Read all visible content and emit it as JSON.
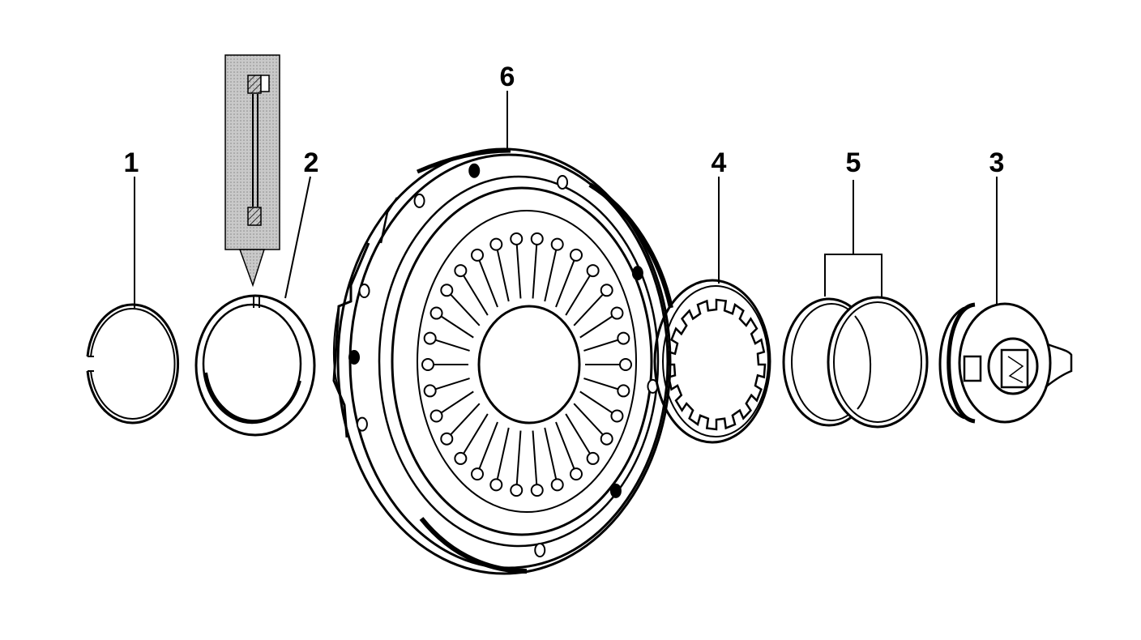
{
  "callouts": [
    {
      "id": "1",
      "text": "1"
    },
    {
      "id": "2",
      "text": "2"
    },
    {
      "id": "6",
      "text": "6"
    },
    {
      "id": "4",
      "text": "4"
    },
    {
      "id": "5",
      "text": "5"
    },
    {
      "id": "3",
      "text": "3"
    }
  ],
  "colors": {
    "ink": "#000000",
    "paper": "#ffffff",
    "section_fill": "#c9c9c9"
  }
}
